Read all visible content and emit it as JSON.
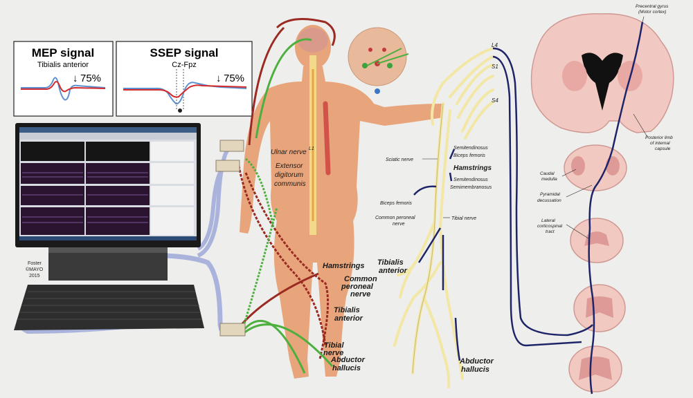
{
  "mep_panel": {
    "title": "MEP signal",
    "subtitle": "Tibialis anterior",
    "drop": "75%"
  },
  "ssep_panel": {
    "title": "SSEP signal",
    "subtitle": "Cz-Fpz",
    "drop": "75%"
  },
  "credit": {
    "line1": "Foster",
    "line2": "©MAYO",
    "line3": "2015"
  },
  "body_labels": {
    "ulnar_nerve": "Ulnar nerve",
    "extensor": "Extensor",
    "digitorum": "digitorum",
    "communis": "communis",
    "hamstrings": "Hamstrings",
    "common_peroneal_1": "Common",
    "common_peroneal_2": "peroneal",
    "common_peroneal_3": "nerve",
    "tibialis_1": "Tibialis",
    "tibialis_2": "anterior",
    "tibial_1": "Tibial",
    "tibial_2": "nerve",
    "abductor_1": "Abductor",
    "abductor_2": "hallucis",
    "tag": "L1"
  },
  "nerve_labels": {
    "l4": "L4",
    "s1": "S1",
    "s4": "S4",
    "sciatic": "Sciatic nerve",
    "semitendinosus_1": "Semitendinosus",
    "biceps_femoris_1": "Biceps femoris",
    "hamstrings": "Hamstrings",
    "semitendinosus_2": "Semitendinosus",
    "semimembranosus": "Semimembranosus",
    "biceps_femoris_2": "Biceps femoris",
    "common_peroneal_1": "Common peroneal",
    "common_peroneal_2": "nerve",
    "tibial": "Tibial nerve",
    "tibialis_1": "Tibialis",
    "tibialis_2": "anterior",
    "abductor_1": "Abductor",
    "abductor_2": "hallucis"
  },
  "brain_labels": {
    "precentral_1": "Precentral gyrus",
    "precentral_2": "(Motor cortex)",
    "posterior_1": "Posterior limb",
    "posterior_2": "of internal",
    "posterior_3": "capsule",
    "caudal_1": "Caudal",
    "caudal_2": "medulla",
    "pyramidal_1": "Pyramidal",
    "pyramidal_2": "decussation",
    "lateral_1": "Lateral",
    "lateral_2": "corticospinal",
    "lateral_3": "tract"
  },
  "colors": {
    "background": "#eeeeec",
    "mep_trace_red": "#d42a2a",
    "mep_trace_blue": "#5b8fd0",
    "nerve_yellow": "#f3e7a6",
    "tract_navy": "#1d2468",
    "sensory_green": "#4caf3e",
    "motor_red": "#9a2a22",
    "cable_blue": "#aab3dc",
    "skin": "#e8a57c",
    "cord_pink": "#f1c9c0",
    "grey_matter": "#dd9a96"
  }
}
